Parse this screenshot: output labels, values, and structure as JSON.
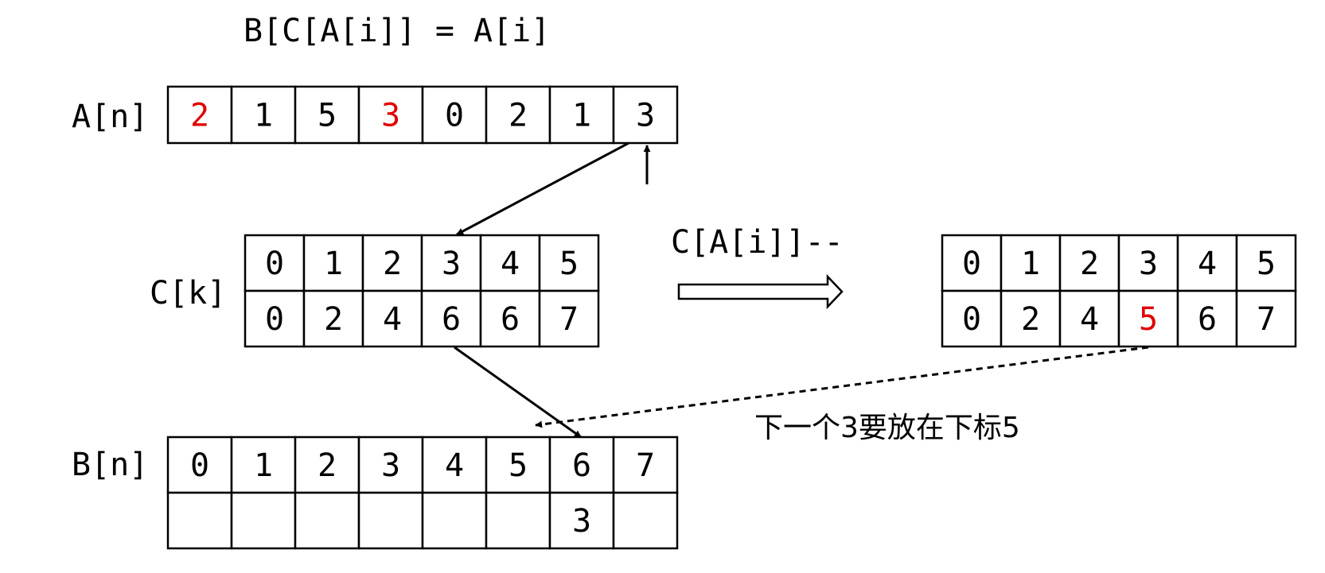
{
  "formula": "B[C[A[i]] = A[i]",
  "arrays": {
    "A": {
      "label": "A[n]",
      "cells": [
        "2",
        "1",
        "5",
        "3",
        "0",
        "2",
        "1",
        "3"
      ],
      "highlight": [
        0,
        3
      ]
    },
    "C": {
      "label": "C[k]",
      "index_row": [
        "0",
        "1",
        "2",
        "3",
        "4",
        "5"
      ],
      "value_row": [
        "0",
        "2",
        "4",
        "6",
        "6",
        "7"
      ]
    },
    "C_after": {
      "index_row": [
        "0",
        "1",
        "2",
        "3",
        "4",
        "5"
      ],
      "value_row": [
        "0",
        "2",
        "4",
        "5",
        "6",
        "7"
      ],
      "highlight_value": [
        3
      ]
    },
    "B": {
      "label": "B[n]",
      "index_row": [
        "0",
        "1",
        "2",
        "3",
        "4",
        "5",
        "6",
        "7"
      ],
      "value_row": [
        "",
        "",
        "",
        "",
        "",
        "",
        "3",
        ""
      ]
    }
  },
  "operation_label": "C[A[i]]--",
  "note": "下一个3要放在下标5",
  "colors": {
    "line": "#000000",
    "text": "#000000",
    "highlight": "#e00000",
    "background": "#ffffff"
  }
}
